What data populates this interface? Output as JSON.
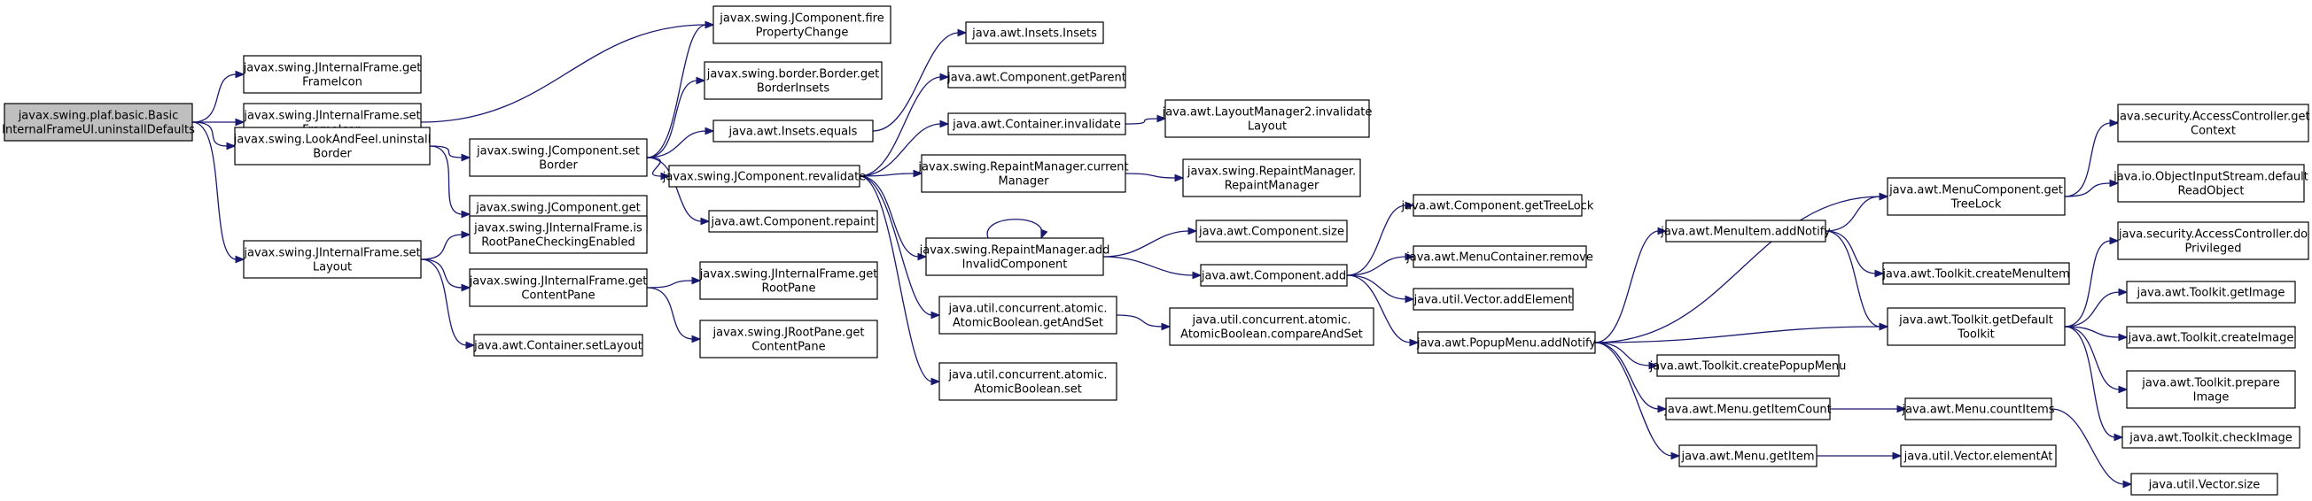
{
  "diagram": {
    "nodes": [
      {
        "id": "root",
        "lines": [
          "javax.swing.plaf.basic.Basic",
          "InternalFrameUI.uninstallDefaults"
        ],
        "root": true
      },
      {
        "id": "getFrameIcon",
        "lines": [
          "javax.swing.JInternalFrame.get",
          "FrameIcon"
        ]
      },
      {
        "id": "setFrameIcon",
        "lines": [
          "javax.swing.JInternalFrame.set",
          "FrameIcon"
        ]
      },
      {
        "id": "uninstallBorder",
        "lines": [
          "javax.swing.LookAndFeel.uninstall",
          "Border"
        ]
      },
      {
        "id": "setLayout",
        "lines": [
          "javax.swing.JInternalFrame.set",
          "Layout"
        ]
      },
      {
        "id": "firePropertyChange",
        "lines": [
          "javax.swing.JComponent.fire",
          "PropertyChange"
        ]
      },
      {
        "id": "setBorder",
        "lines": [
          "javax.swing.JComponent.set",
          "Border"
        ]
      },
      {
        "id": "getBorder",
        "lines": [
          "javax.swing.JComponent.get",
          "Border"
        ]
      },
      {
        "id": "isRootPaneChecking",
        "lines": [
          "javax.swing.JInternalFrame.is",
          "RootPaneCheckingEnabled"
        ]
      },
      {
        "id": "getContentPaneIF",
        "lines": [
          "javax.swing.JInternalFrame.get",
          "ContentPane"
        ]
      },
      {
        "id": "containerSetLayout",
        "lines": [
          "java.awt.Container.setLayout"
        ]
      },
      {
        "id": "borderGetInsets",
        "lines": [
          "javax.swing.border.Border.get",
          "BorderInsets"
        ]
      },
      {
        "id": "insetsEquals",
        "lines": [
          "java.awt.Insets.equals"
        ]
      },
      {
        "id": "revalidate",
        "lines": [
          "javax.swing.JComponent.revalidate"
        ]
      },
      {
        "id": "repaint",
        "lines": [
          "java.awt.Component.repaint"
        ]
      },
      {
        "id": "getRootPane",
        "lines": [
          "javax.swing.JInternalFrame.get",
          "RootPane"
        ]
      },
      {
        "id": "rootGetContentPane",
        "lines": [
          "javax.swing.JRootPane.get",
          "ContentPane"
        ]
      },
      {
        "id": "insetsCtor",
        "lines": [
          "java.awt.Insets.Insets"
        ]
      },
      {
        "id": "getParent",
        "lines": [
          "java.awt.Component.getParent"
        ]
      },
      {
        "id": "containerInvalidate",
        "lines": [
          "java.awt.Container.invalidate"
        ]
      },
      {
        "id": "rmCurrentManager",
        "lines": [
          "javax.swing.RepaintManager.current",
          "Manager"
        ]
      },
      {
        "id": "addInvalidComponent",
        "lines": [
          "javax.swing.RepaintManager.add",
          "InvalidComponent"
        ]
      },
      {
        "id": "atomicGetAndSet",
        "lines": [
          "java.util.concurrent.atomic.",
          "AtomicBoolean.getAndSet"
        ]
      },
      {
        "id": "atomicSet",
        "lines": [
          "java.util.concurrent.atomic.",
          "AtomicBoolean.set"
        ]
      },
      {
        "id": "lm2Invalidate",
        "lines": [
          "java.awt.LayoutManager2.invalidate",
          "Layout"
        ]
      },
      {
        "id": "rmCtor",
        "lines": [
          "javax.swing.RepaintManager.",
          "RepaintManager"
        ]
      },
      {
        "id": "componentSize",
        "lines": [
          "java.awt.Component.size"
        ]
      },
      {
        "id": "componentAdd",
        "lines": [
          "java.awt.Component.add"
        ]
      },
      {
        "id": "compareAndSet",
        "lines": [
          "java.util.concurrent.atomic.",
          "AtomicBoolean.compareAndSet"
        ]
      },
      {
        "id": "getTreeLock",
        "lines": [
          "java.awt.Component.getTreeLock"
        ]
      },
      {
        "id": "menuContainerRemove",
        "lines": [
          "java.awt.MenuContainer.remove"
        ]
      },
      {
        "id": "vectorAddElement",
        "lines": [
          "java.util.Vector.addElement"
        ]
      },
      {
        "id": "popupAddNotify",
        "lines": [
          "java.awt.PopupMenu.addNotify"
        ]
      },
      {
        "id": "menuItemAddNotify",
        "lines": [
          "java.awt.MenuItem.addNotify"
        ]
      },
      {
        "id": "createPopupMenu",
        "lines": [
          "java.awt.Toolkit.createPopupMenu"
        ]
      },
      {
        "id": "menuGetItemCount",
        "lines": [
          "java.awt.Menu.getItemCount"
        ]
      },
      {
        "id": "menuGetItem",
        "lines": [
          "java.awt.Menu.getItem"
        ]
      },
      {
        "id": "menuComponentGetTreeLock",
        "lines": [
          "java.awt.MenuComponent.get",
          "TreeLock"
        ]
      },
      {
        "id": "createMenuItem",
        "lines": [
          "java.awt.Toolkit.createMenuItem"
        ]
      },
      {
        "id": "getDefaultToolkit",
        "lines": [
          "java.awt.Toolkit.getDefault",
          "Toolkit"
        ]
      },
      {
        "id": "menuCountItems",
        "lines": [
          "java.awt.Menu.countItems"
        ]
      },
      {
        "id": "vectorElementAt",
        "lines": [
          "java.util.Vector.elementAt"
        ]
      },
      {
        "id": "acGetContext",
        "lines": [
          "java.security.AccessController.get",
          "Context"
        ]
      },
      {
        "id": "defaultReadObject",
        "lines": [
          "java.io.ObjectInputStream.default",
          "ReadObject"
        ]
      },
      {
        "id": "doPrivileged",
        "lines": [
          "java.security.AccessController.do",
          "Privileged"
        ]
      },
      {
        "id": "getImage",
        "lines": [
          "java.awt.Toolkit.getImage"
        ]
      },
      {
        "id": "createImage",
        "lines": [
          "java.awt.Toolkit.createImage"
        ]
      },
      {
        "id": "prepareImage",
        "lines": [
          "java.awt.Toolkit.prepare",
          "Image"
        ]
      },
      {
        "id": "checkImage",
        "lines": [
          "java.awt.Toolkit.checkImage"
        ]
      },
      {
        "id": "vectorSize",
        "lines": [
          "java.util.Vector.size"
        ]
      }
    ],
    "edges": [
      [
        "root",
        "getFrameIcon"
      ],
      [
        "root",
        "setFrameIcon"
      ],
      [
        "root",
        "uninstallBorder"
      ],
      [
        "root",
        "setLayout"
      ],
      [
        "setFrameIcon",
        "firePropertyChange"
      ],
      [
        "uninstallBorder",
        "setBorder"
      ],
      [
        "uninstallBorder",
        "getBorder"
      ],
      [
        "setLayout",
        "isRootPaneChecking"
      ],
      [
        "setLayout",
        "getContentPaneIF"
      ],
      [
        "setLayout",
        "containerSetLayout"
      ],
      [
        "setBorder",
        "firePropertyChange"
      ],
      [
        "setBorder",
        "borderGetInsets"
      ],
      [
        "setBorder",
        "insetsEquals"
      ],
      [
        "setBorder",
        "revalidate"
      ],
      [
        "setBorder",
        "repaint"
      ],
      [
        "getContentPaneIF",
        "getRootPane"
      ],
      [
        "getContentPaneIF",
        "rootGetContentPane"
      ],
      [
        "insetsEquals",
        "insetsCtor"
      ],
      [
        "revalidate",
        "getParent"
      ],
      [
        "revalidate",
        "containerInvalidate"
      ],
      [
        "revalidate",
        "rmCurrentManager"
      ],
      [
        "revalidate",
        "addInvalidComponent"
      ],
      [
        "revalidate",
        "atomicGetAndSet"
      ],
      [
        "revalidate",
        "atomicSet"
      ],
      [
        "containerInvalidate",
        "lm2Invalidate"
      ],
      [
        "rmCurrentManager",
        "rmCtor"
      ],
      [
        "addInvalidComponent",
        "addInvalidComponent"
      ],
      [
        "addInvalidComponent",
        "componentSize"
      ],
      [
        "addInvalidComponent",
        "componentAdd"
      ],
      [
        "atomicGetAndSet",
        "compareAndSet"
      ],
      [
        "componentAdd",
        "getTreeLock"
      ],
      [
        "componentAdd",
        "menuContainerRemove"
      ],
      [
        "componentAdd",
        "vectorAddElement"
      ],
      [
        "componentAdd",
        "popupAddNotify"
      ],
      [
        "popupAddNotify",
        "menuComponentGetTreeLock"
      ],
      [
        "popupAddNotify",
        "menuItemAddNotify"
      ],
      [
        "popupAddNotify",
        "createPopupMenu"
      ],
      [
        "popupAddNotify",
        "menuGetItemCount"
      ],
      [
        "popupAddNotify",
        "menuGetItem"
      ],
      [
        "popupAddNotify",
        "getDefaultToolkit"
      ],
      [
        "menuItemAddNotify",
        "menuComponentGetTreeLock"
      ],
      [
        "menuItemAddNotify",
        "createMenuItem"
      ],
      [
        "menuItemAddNotify",
        "getDefaultToolkit"
      ],
      [
        "menuGetItemCount",
        "menuCountItems"
      ],
      [
        "menuGetItem",
        "vectorElementAt"
      ],
      [
        "menuComponentGetTreeLock",
        "acGetContext"
      ],
      [
        "menuComponentGetTreeLock",
        "defaultReadObject"
      ],
      [
        "getDefaultToolkit",
        "doPrivileged"
      ],
      [
        "getDefaultToolkit",
        "getImage"
      ],
      [
        "getDefaultToolkit",
        "createImage"
      ],
      [
        "getDefaultToolkit",
        "prepareImage"
      ],
      [
        "getDefaultToolkit",
        "checkImage"
      ],
      [
        "menuCountItems",
        "vectorSize"
      ]
    ]
  }
}
